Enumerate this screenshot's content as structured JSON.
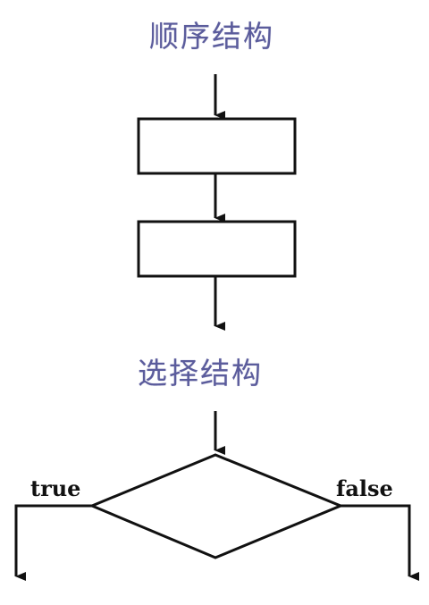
{
  "titles": {
    "sequence": "顺序结构",
    "selection": "选择结构"
  },
  "branches": {
    "true_label": "true",
    "false_label": "false"
  },
  "colors": {
    "title": "#5b5c9c",
    "stroke": "#111111",
    "background": "#ffffff"
  }
}
